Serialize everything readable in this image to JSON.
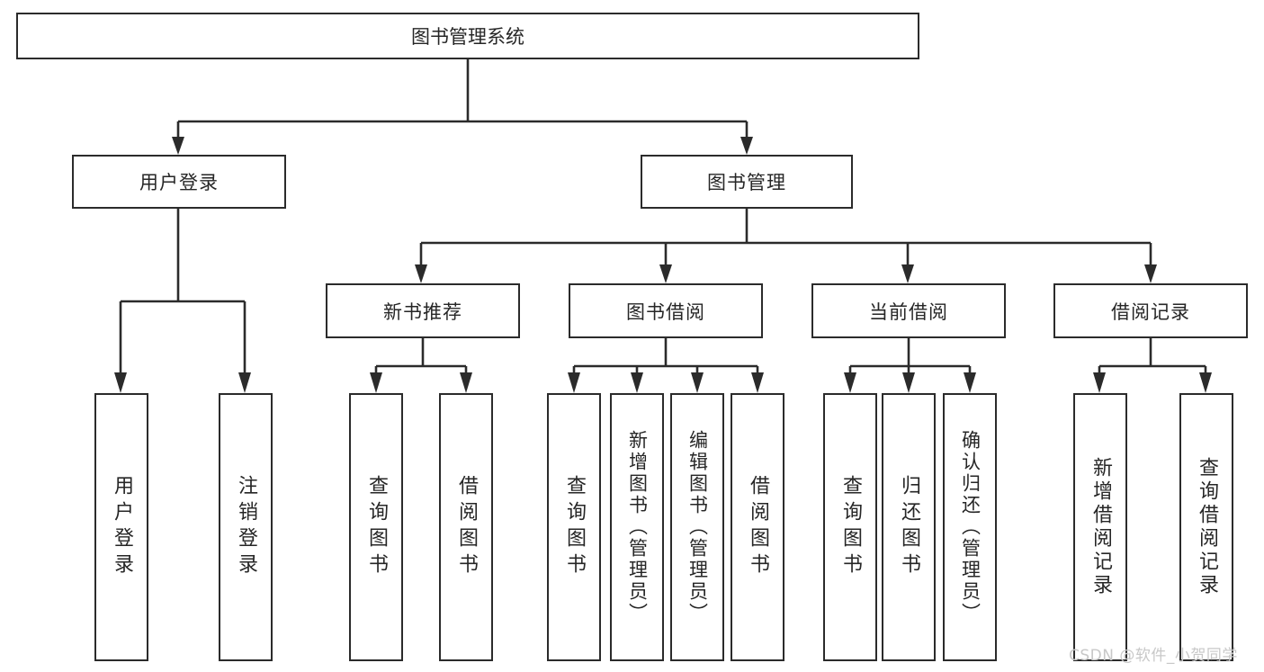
{
  "diagram": {
    "title": "图书管理系统",
    "type": "tree",
    "root": {
      "label": "图书管理系统"
    },
    "level1": [
      {
        "label": "用户登录"
      },
      {
        "label": "图书管理"
      }
    ],
    "level2": [
      {
        "label": "新书推荐"
      },
      {
        "label": "图书借阅"
      },
      {
        "label": "当前借阅"
      },
      {
        "label": "借阅记录"
      }
    ],
    "leaves": {
      "user_login": [
        "用户登录",
        "注销登录"
      ],
      "new_book_rec": [
        "查询图书",
        "借阅图书"
      ],
      "book_borrow": [
        "查询图书",
        "新增图书（管理员）",
        "编辑图书（管理员）",
        "借阅图书"
      ],
      "current_borrow": [
        "查询图书",
        "归还图书",
        "确认归还（管理员）"
      ],
      "borrow_record": [
        "新增借阅记录",
        "查询借阅记录"
      ]
    }
  },
  "watermark": {
    "text": "CSDN @软件_小贺同学"
  },
  "colors": {
    "border": "#2b2b2b",
    "text": "#262626",
    "background": "#ffffff",
    "watermark": "#c8c8c8"
  }
}
